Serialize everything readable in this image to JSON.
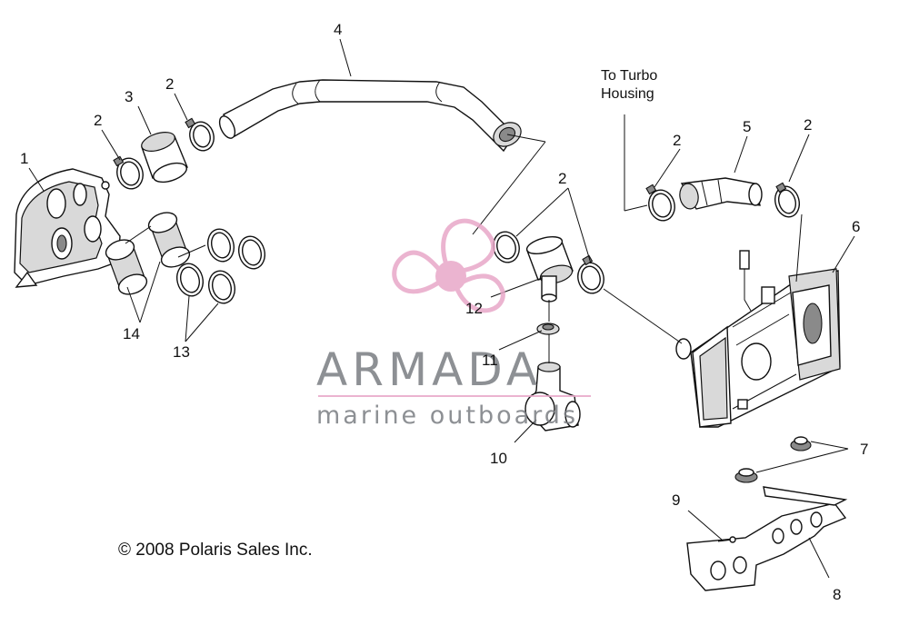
{
  "callouts": {
    "c1": "1",
    "c2a": "2",
    "c2b": "2",
    "c2c": "2",
    "c2d": "2",
    "c2e": "2",
    "c3": "3",
    "c4": "4",
    "c5": "5",
    "c6": "6",
    "c7": "7",
    "c8": "8",
    "c9": "9",
    "c10": "10",
    "c11": "11",
    "c12": "12",
    "c13": "13",
    "c14": "14"
  },
  "note": {
    "line1": "To Turbo",
    "line2": "Housing"
  },
  "copyright": "© 2008 Polaris Sales Inc.",
  "watermark": {
    "name": "ARMADA",
    "tagline": "marine outboards",
    "color": "#e8a7c8"
  }
}
